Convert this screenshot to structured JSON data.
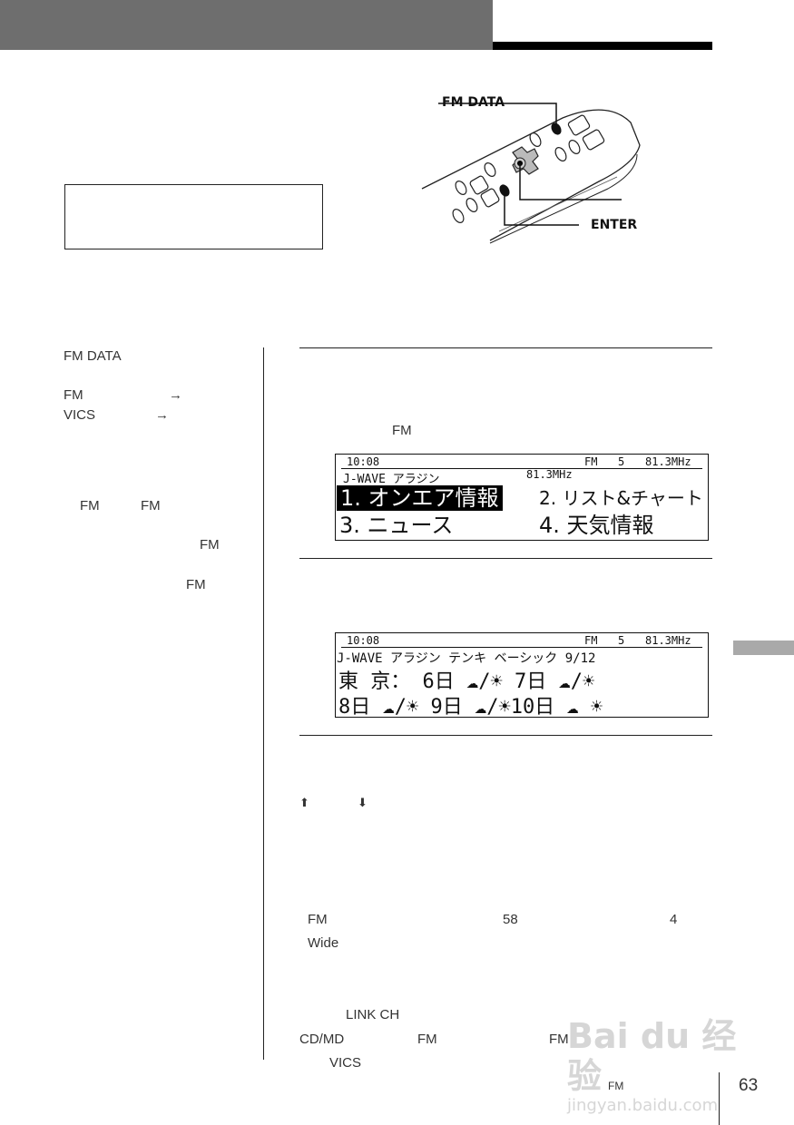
{
  "header": {
    "band_color": "#6e6e6e",
    "accent_bar_color": "#000000",
    "side_tab_color": "#a9a9a9"
  },
  "remote": {
    "fm_data_label": "FM DATA",
    "enter_label": "ENTER"
  },
  "sidebar": {
    "lines": [
      "FM DATA",
      "FM",
      "→",
      "VICS",
      "→",
      "FM",
      "FM",
      "FM",
      "FM"
    ]
  },
  "main": {
    "step1_text": "FM",
    "display1": {
      "time": "10:08",
      "band": "FM",
      "preset": "5",
      "freq": "81.3MHz",
      "station": "J-WAVE  アラジン",
      "station_freq": "81.3MHz",
      "items": [
        "1. オンエア情報",
        "2. リスト&チャート",
        "3. ニュース",
        "4. 天気情報"
      ]
    },
    "display2": {
      "time": "10:08",
      "band": "FM",
      "preset": "5",
      "freq": "81.3MHz",
      "header_line": "J-WAVE  アラジン   テンキ  ベーシック  9/12",
      "row1": "東  京：  6日 ☁/☀ 7日 ☁/☀",
      "row2": "8日 ☁/☀  9日 ☁/☀10日 ☁  ☀"
    },
    "arrows": {
      "up": "⬆",
      "down": "⬇"
    },
    "note1": {
      "fm": "FM",
      "num58": "58",
      "num4": "4",
      "wide": "Wide"
    },
    "note2": {
      "link": "LINK CH",
      "cdmd": "CD/MD",
      "fm1": "FM",
      "fm2": "FM",
      "vics": "VICS",
      "fm3": "FM"
    }
  },
  "footer": {
    "page_number": "63",
    "watermark": "Baidu 经验 jingyan.baidu.com"
  }
}
